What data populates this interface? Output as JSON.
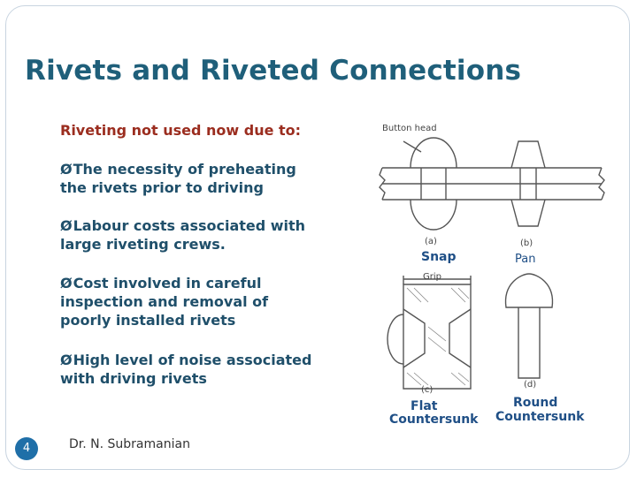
{
  "slide": {
    "title": "Rivets and Riveted Connections",
    "subtitle": "Riveting not used now due to:",
    "bullets": [
      {
        "arrow": "Ø",
        "text": "The necessity of preheating",
        "text2": "the rivets prior to driving"
      },
      {
        "arrow": "Ø",
        "text": "Labour costs associated with",
        "text2": "large riveting crews."
      },
      {
        "arrow": "Ø",
        "text": "Cost involved in careful",
        "text2": "inspection and removal of",
        "text3": "poorly installed rivets"
      },
      {
        "arrow": "Ø",
        "text": "High level of noise associated",
        "text2": "with driving rivets"
      }
    ],
    "figure": {
      "button_head_label": "Button head",
      "grip_label": "Grip",
      "label_a": "(a)",
      "label_b": "(b)",
      "label_c": "(c)",
      "label_d": "(d)",
      "snap": "Snap",
      "pan": "Pan",
      "flat_countersunk_1": "Flat",
      "flat_countersunk_2": "Countersunk",
      "round_countersunk_1": "Round",
      "round_countersunk_2": "Countersunk"
    },
    "slide_number": "4",
    "footer": "Dr. N. Subramanian"
  }
}
